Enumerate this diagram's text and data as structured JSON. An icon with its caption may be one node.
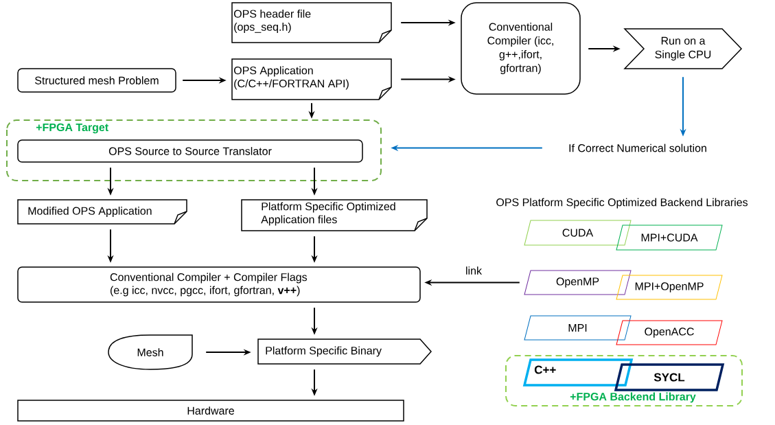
{
  "diagram": {
    "nodes": [
      {
        "text": [
          "OPS header file (ops_seq.h)"
        ]
      },
      {
        "text": [
          "Structured mesh Problem"
        ]
      },
      {
        "text": [
          "OPS Application (C/C++/FORTRAN API)"
        ]
      },
      {
        "text": [
          "Conventional Compiler (icc, g++,ifort, gfortran)"
        ]
      },
      {
        "text": [
          "Run on a Single CPU"
        ]
      },
      {
        "text": [
          "If Correct Numerical solution"
        ]
      },
      {
        "text": [
          "+FPGA Target"
        ]
      },
      {
        "text": [
          "OPS Source to Source Translator"
        ],
        "in": 6
      },
      {
        "text": [
          "Modified OPS Application"
        ]
      },
      {
        "text": [
          "Platform Specific Optimized Application files"
        ]
      },
      {
        "text": [
          "Conventional Compiler + Compiler Flags (e.g icc, nvcc, pgcc, ifort, gfortran, **v++**)"
        ]
      },
      {
        "text": [
          "Mesh"
        ]
      },
      {
        "text": [
          "Platform Specific Binary"
        ]
      },
      {
        "text": [
          "Hardware"
        ]
      },
      {
        "text": [
          "CUDA"
        ]
      },
      {
        "text": [
          "MPI+CUDA"
        ]
      },
      {
        "text": [
          "OpenMP"
        ]
      },
      {
        "text": [
          "MPI+OpenMP"
        ]
      },
      {
        "text": [
          "MPI"
        ]
      },
      {
        "text": [
          "OpenACC"
        ]
      },
      {
        "text": [
          "+FPGA Backend Library"
        ]
      },
      {
        "text": [
          "C++"
        ],
        "in": 20
      },
      {
        "text": [
          "SYCL"
        ],
        "in": 20
      }
    ],
    "edges": [
      {
        "from": 0,
        "to": 3,
        "arrow": "to"
      },
      {
        "from": 1,
        "to": 2,
        "arrow": "to"
      },
      {
        "from": 2,
        "to": 3,
        "arrow": "to"
      },
      {
        "from": 3,
        "to": 4,
        "arrow": "to"
      },
      {
        "from": 4,
        "to": 5,
        "arrow": "to",
        "color": "#0070c0"
      },
      {
        "from": 5,
        "to": 6,
        "arrow": "to",
        "color": "#0070c0"
      },
      {
        "from": 2,
        "to": 6,
        "arrow": "to"
      },
      {
        "from": 7,
        "to": 8,
        "arrow": "to"
      },
      {
        "from": 7,
        "to": 9,
        "arrow": "to"
      },
      {
        "from": 8,
        "to": 10,
        "arrow": "to"
      },
      {
        "from": 9,
        "to": 10,
        "arrow": "to"
      },
      {
        "from": 16,
        "to": 10,
        "arrow": "to",
        "label": "link"
      },
      {
        "from": 10,
        "to": 12,
        "arrow": "to"
      },
      {
        "from": 11,
        "to": 12,
        "arrow": "to"
      },
      {
        "from": 12,
        "to": 13,
        "arrow": "to"
      }
    ],
    "labels": [
      "OPS Platform Specific Optimized Backend Libraries"
    ]
  }
}
